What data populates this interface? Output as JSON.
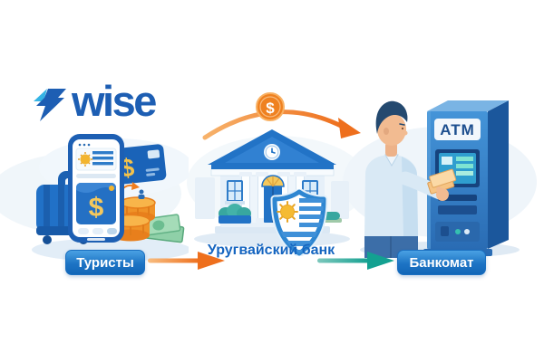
{
  "logo": {
    "wordmark": "wise"
  },
  "flow": {
    "tourists_label": "Туристы",
    "bank_label": "Уругвайский банк",
    "atm_label": "Банкомат"
  },
  "illustration": {
    "atm_sign_text": "ATM",
    "coin_symbol": "$",
    "card_symbol": "$",
    "phone_symbol": "$"
  },
  "colors": {
    "wise_blue": "#1d5eb3",
    "flag_cyan": "#35b4e5",
    "pill_blue": "#1266b8",
    "label_text_blue": "#1565c0",
    "arrow_orange": "#ee6f1d",
    "arrow_teal": "#13a191",
    "coin_orange": "#ef8120",
    "bank_blue": "#2273c6",
    "teal_bush": "#38a79f"
  }
}
